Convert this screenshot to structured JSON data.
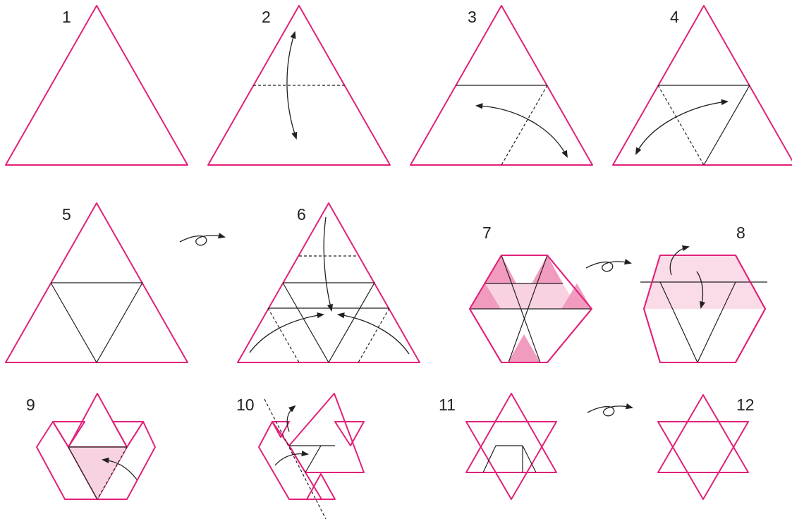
{
  "steps": [
    {
      "label": "1"
    },
    {
      "label": "2"
    },
    {
      "label": "3"
    },
    {
      "label": "4"
    },
    {
      "label": "5"
    },
    {
      "label": "6"
    },
    {
      "label": "7"
    },
    {
      "label": "8"
    },
    {
      "label": "9"
    },
    {
      "label": "10"
    },
    {
      "label": "11"
    },
    {
      "label": "12"
    }
  ],
  "symbols": {
    "turn_over": "turn-over-icon",
    "fold_arrow": "fold-arrow-icon"
  },
  "colors": {
    "paper": "#f19bbf",
    "paper_back": "#f7d3e2",
    "edge": "#e2217a",
    "line": "#231f20"
  }
}
